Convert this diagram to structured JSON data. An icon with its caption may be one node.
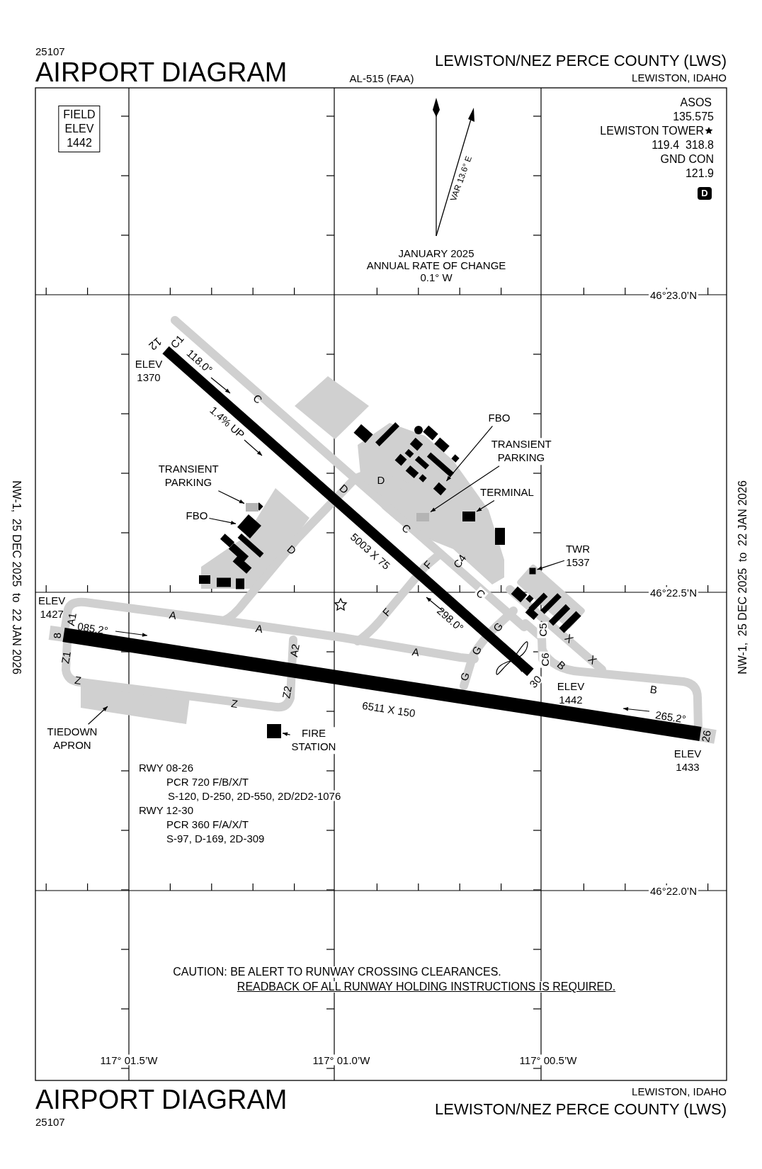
{
  "diagram": {
    "title": "AIRPORT DIAGRAM",
    "nodes": [
      {
        "text": [
          "FIELD ELEV 1442"
        ]
      },
      {
        "text": [
          "D"
        ]
      },
      {
        "text": [
          "TRANSIENT PARKING"
        ]
      },
      {
        "text": [
          "FBO"
        ]
      },
      {
        "text": [],
        "shape": "box"
      },
      {
        "text": [
          "FBO"
        ]
      },
      {
        "text": [],
        "shape": "box"
      },
      {
        "text": [
          "TRANSIENT PARKING"
        ]
      },
      {
        "text": [
          "TERMINAL"
        ]
      },
      {
        "text": [],
        "shape": "box"
      },
      {
        "text": [
          "TWR 1537"
        ]
      },
      {
        "text": [],
        "shape": "box"
      },
      {
        "text": [
          "TIEDOWN APRON"
        ]
      },
      {
        "text": [],
        "shape": "box"
      },
      {
        "text": [
          "FIRE STATION"
        ]
      },
      {
        "text": [],
        "shape": "box"
      },
      {
        "text": [],
        "shape": "box"
      }
    ],
    "edges": [
      {
        "from": 2,
        "to": 15,
        "arrow": "to"
      },
      {
        "from": 3,
        "to": 4,
        "arrow": "to"
      },
      {
        "from": 5,
        "to": 6,
        "arrow": "to"
      },
      {
        "from": 7,
        "to": 16,
        "arrow": "to"
      },
      {
        "from": 8,
        "to": 9,
        "arrow": "to"
      },
      {
        "from": 10,
        "to": 11,
        "arrow": "to"
      },
      {
        "from": 12,
        "to": null,
        "arrow": "to"
      },
      {
        "from": 14,
        "to": 13,
        "arrow": "to"
      }
    ],
    "labels": [
      "25107",
      "AL-515 (FAA)",
      "LEWISTON/NEZ PERCE COUNTY (LWS)",
      "LEWISTON, IDAHO",
      "ASOS",
      "135.575",
      "LEWISTON TOWER",
      "119.4  318.8",
      "GND CON",
      "121.9",
      "VAR 13.6° E",
      "JANUARY 2025",
      "ANNUAL RATE OF CHANGE",
      "0.1° W",
      "46°23.0’N",
      "12",
      "C1",
      "ELEV 1370",
      "118.0°",
      "C",
      "1.4% UP",
      "D",
      "D",
      "D",
      "5003 X 75",
      "C",
      "F",
      "C4",
      "C",
      "46°22.5’N",
      "ELEV 1427",
      "A1",
      "8",
      "085.2°",
      "A",
      "A",
      "F",
      "298.0°",
      "G",
      "C5",
      "X",
      "A2",
      "A",
      "G",
      "C6",
      "B",
      "X",
      "30",
      "Z1",
      "Z",
      "G",
      "ELEV 1442",
      "B",
      "Z2",
      "Z",
      "6511 X 150",
      "265.2°",
      "26",
      "ELEV 1433",
      "RWY 08-26",
      "PCR 720 F/B/X/T",
      "S-120, D-250, 2D-550, 2D/2D2-1076",
      "RWY 12-30",
      "PCR 360 F/A/X/T",
      "S-97, D-169, 2D-309",
      "46°22.0’N",
      "CAUTION: BE ALERT TO RUNWAY CROSSING CLEARANCES.",
      "READBACK OF ALL RUNWAY HOLDING INSTRUCTIONS IS REQUIRED.",
      "117° 01.5’W",
      "117° 01.0’W",
      "117° 00.5’W",
      "NW-1,  25 DEC 2025  to  22 JAN 2026",
      "NW-1,  25 DEC 2025  to  22 JAN 2026",
      "LEWISTON, IDAHO",
      "AIRPORT DIAGRAM",
      "LEWISTON/NEZ PERCE COUNTY (LWS)",
      "25107"
    ]
  }
}
